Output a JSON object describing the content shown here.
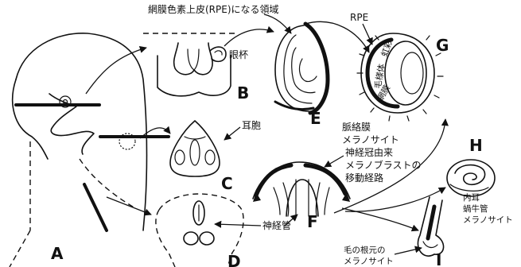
{
  "labels": {
    "rpe_region": "網膜色素上皮(RPE)になる領域",
    "rpe": "RPE",
    "eye_cup": "眼杯",
    "otic_vesicle": "耳胞",
    "choroid_line1": "脈絡膜",
    "choroid_line2": "メラノサイト",
    "neural_crest_line1": "神経冠由来",
    "neural_crest_line2": "メラノブラストの",
    "neural_crest_line3": "移動経路",
    "inner_ear_line1": "内耳",
    "inner_ear_line2": "蝸牛管",
    "inner_ear_line3": "メラノサイト",
    "neural_tube": "神経管",
    "hair_line1": "毛の根元の",
    "hair_line2": "メラノサイト",
    "eye_iris": "虹彩",
    "eye_ciliary": "毛様体",
    "eye_retina": "網膜"
  },
  "panels": [
    "A",
    "B",
    "C",
    "D",
    "E",
    "F",
    "G",
    "H",
    "I"
  ]
}
